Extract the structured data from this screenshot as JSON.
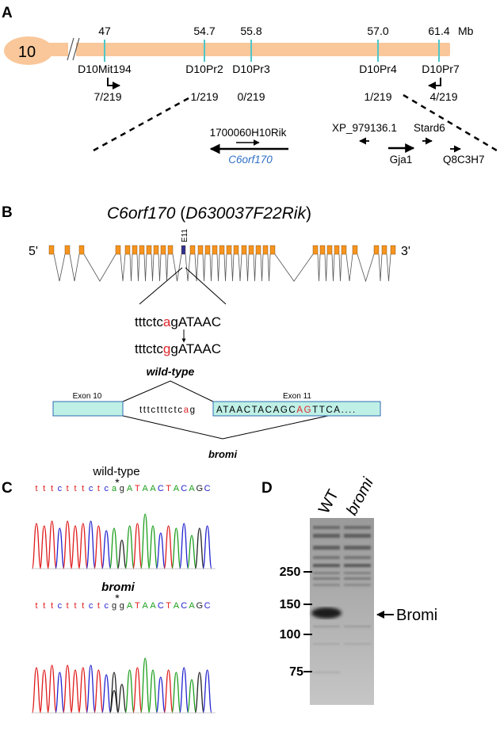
{
  "panels": {
    "a": {
      "letter": "A",
      "chromosome": "10",
      "markers": [
        {
          "pos": "47",
          "name": "D10Mit194",
          "ratio": "7/219"
        },
        {
          "pos": "54.7",
          "name": "D10Pr2",
          "ratio": "1/219"
        },
        {
          "pos": "55.8",
          "name": "D10Pr3",
          "ratio": "0/219"
        },
        {
          "pos": "57.0",
          "name": "D10Pr4",
          "ratio": "1/219"
        },
        {
          "pos": "61.4",
          "name": "D10Pr7",
          "ratio": "4/219"
        }
      ],
      "unit": "Mb",
      "genes": {
        "g1700060": "1700060H10Rik",
        "c6orf170": "C6orf170",
        "xp": "XP_979136.1",
        "stard6": "Stard6",
        "gja1": "Gja1",
        "q8c3h7": "Q8C3H7"
      }
    },
    "b": {
      "letter": "B",
      "title_gene": "C6orf170",
      "title_alias": "D630037F22Rik",
      "five_prime": "5'",
      "three_prime": "3'",
      "exon_label": "E11",
      "seq_wt": {
        "pre": "tttctc",
        "mut": "a",
        "post": "gATAAC"
      },
      "seq_mut": {
        "pre": "tttctc",
        "mut": "g",
        "post": "gATAAC"
      },
      "wild_type": "wild-type",
      "bromi": "bromi",
      "exon10": "Exon 10",
      "exon11": "Exon 11",
      "intron_seq": {
        "pre": "tttctttctc",
        "mut": "a",
        "post": "g"
      },
      "exon11_seq": {
        "pre": "ATAACTACAGC",
        "mut": "AG",
        "post": "TTCA...."
      }
    },
    "c": {
      "letter": "C",
      "wt_label": "wild-type",
      "wt_seq": "tttctttctcagATAACTACAGC",
      "mut_label": "bromi",
      "mut_seq": "tttctttctcggATAACTACAGC",
      "star": "*"
    },
    "d": {
      "letter": "D",
      "lane_wt": "WT",
      "lane_bromi": "bromi",
      "markers": [
        "250",
        "150",
        "100",
        "75"
      ],
      "band_label": "Bromi"
    }
  },
  "colors": {
    "chromosome": "#f9c79a",
    "tick": "#4fc6c8",
    "exon": "#f7941e",
    "exon_mut": "#2e3192",
    "exon_box": "#bff0e6",
    "exon_box_border": "#2b6cb0",
    "highlight": "#e0262b",
    "gene_blue": "#2f6fc6",
    "trace_a": "#1c9e1c",
    "trace_c": "#2222d0",
    "trace_g": "#222222",
    "trace_t": "#e01b1b"
  }
}
